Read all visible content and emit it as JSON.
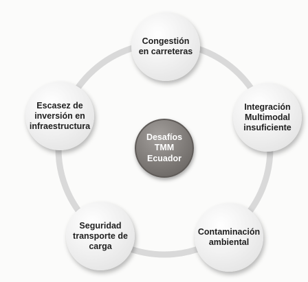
{
  "center": {
    "label": "Desafíos\nTMM\nEcuador"
  },
  "nodes": [
    {
      "id": "congestion",
      "label": "Congestión\nen carreteras"
    },
    {
      "id": "integracion",
      "label": "Integración\nMultimodal\ninsuficiente"
    },
    {
      "id": "contaminacion",
      "label": "Contaminación\nambiental"
    },
    {
      "id": "seguridad",
      "label": "Seguridad\ntransporte de\ncarga"
    },
    {
      "id": "escasez",
      "label": "Escasez de\ninversión en\ninfraestructura"
    }
  ],
  "colors": {
    "ring": "#d9d9d9",
    "outer_fill": "#efefef",
    "center_fill": "#7f7b78",
    "text_dark": "#1e1e1e",
    "text_light": "#ffffff"
  }
}
